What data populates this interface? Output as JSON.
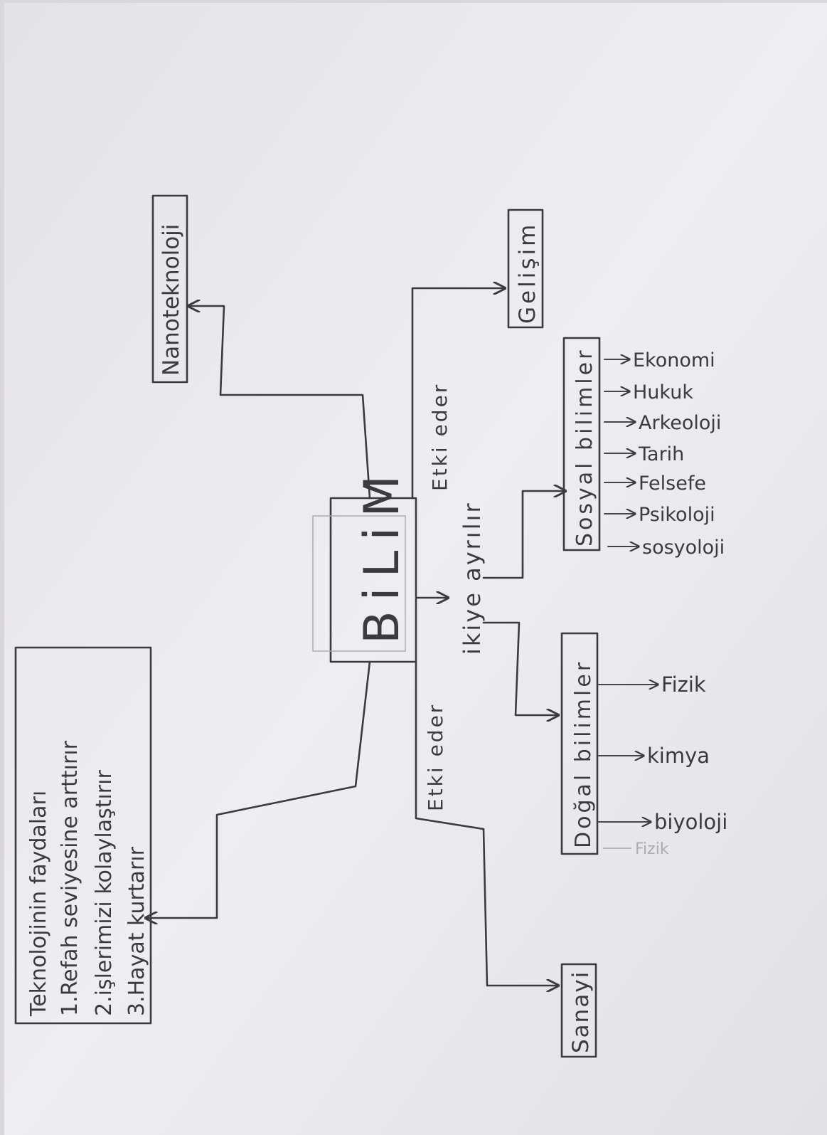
{
  "diagram": {
    "center": "BiLiM",
    "benefits_box": {
      "title": "Teknolojinin faydaları",
      "items": [
        "1.Refah seviyesine arttırır",
        "2.işlerimizi kolaylaştırır",
        "3.Hayat kurtarır"
      ]
    },
    "nodes": {
      "nanotechnology": "Nanoteknoloji",
      "development": "Gelişim",
      "industry": "Sanayi"
    },
    "edge_labels": {
      "affects_top": "Etki eder",
      "affects_bottom": "Etki eder",
      "splits_in_two": "ikiye ayrılır"
    },
    "social_sciences": {
      "title": "Sosyal bilimler",
      "items": [
        "Ekonomi",
        "Hukuk",
        "Arkeoloji",
        "Tarih",
        "Felsefe",
        "Psikoloji",
        "sosyoloji"
      ]
    },
    "natural_sciences": {
      "title": "Doğal bilimler",
      "items": [
        "Fizik",
        "kimya",
        "biyoloji"
      ]
    },
    "erased_text": "Fizik"
  },
  "colors": {
    "paper": "#ecebee",
    "ink": "#3a3a40",
    "pencil_ghost": "#a9a7ae"
  }
}
